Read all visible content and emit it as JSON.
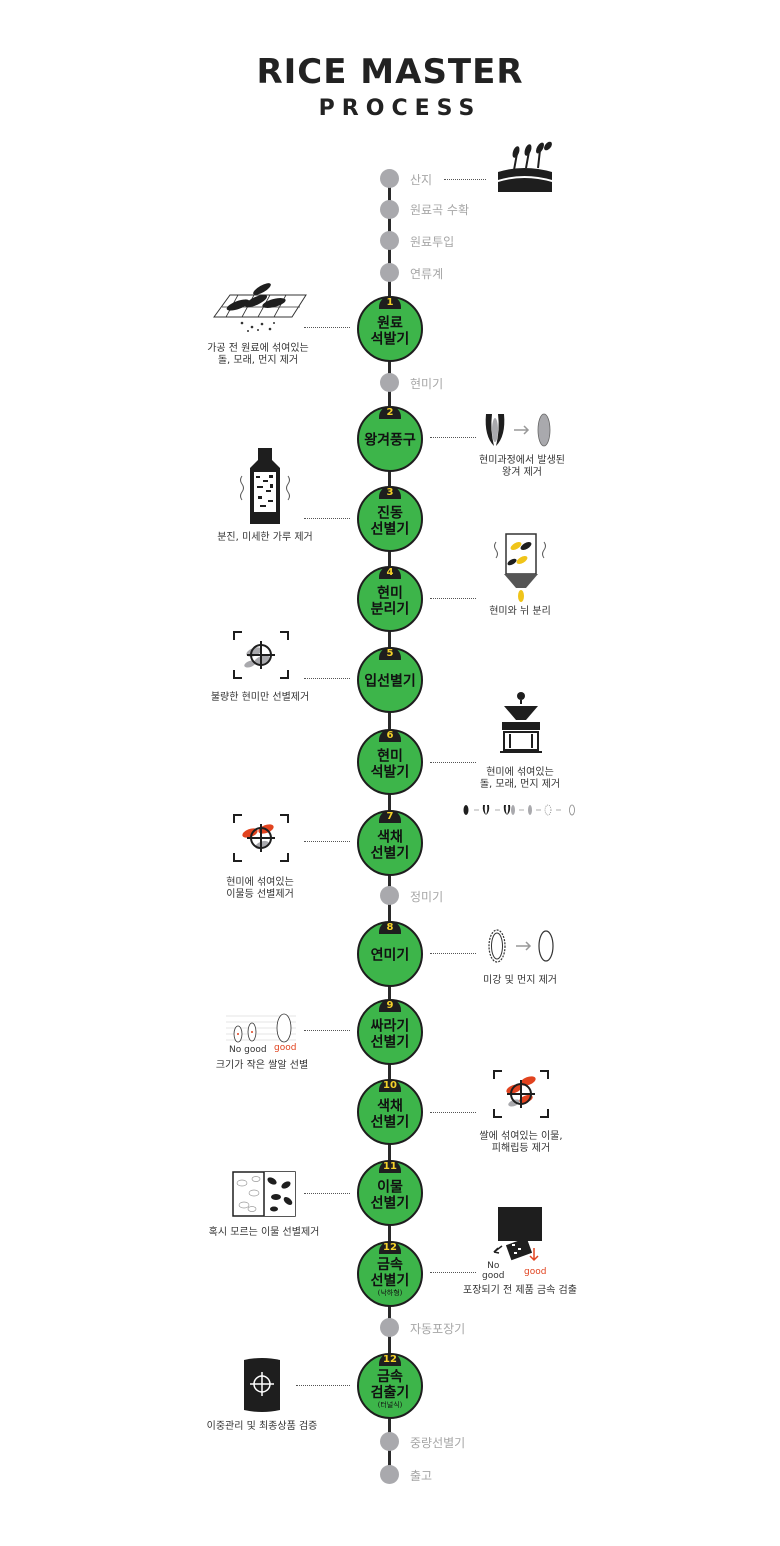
{
  "header": {
    "title": "RICE  MASTER",
    "subtitle": "PROCESS"
  },
  "minor_steps": [
    {
      "label": "산지"
    },
    {
      "label": "원료곡 수확"
    },
    {
      "label": "원료투입"
    },
    {
      "label": "연류계"
    },
    {
      "label": "현미기"
    },
    {
      "label": "정미기"
    },
    {
      "label": "자동포장기"
    },
    {
      "label": "중량선별기"
    },
    {
      "label": "출고"
    }
  ],
  "steps": [
    {
      "num": "1",
      "name": "원료\n석발기",
      "caption": "가공 전 원료에 섞여있는\n돌, 모래, 먼지 제거"
    },
    {
      "num": "2",
      "name": "왕겨풍구",
      "caption": "현미과정에서 발생된\n왕겨 제거"
    },
    {
      "num": "3",
      "name": "진동\n선별기",
      "caption": "분진, 미세한 가루 제거"
    },
    {
      "num": "4",
      "name": "현미\n분리기",
      "caption": "현미와 뉘 분리"
    },
    {
      "num": "5",
      "name": "입선별기",
      "caption": "불량한 현미만 선별제거"
    },
    {
      "num": "6",
      "name": "현미\n석발기",
      "caption": "현미에 섞여있는\n돌, 모래, 먼지 제거"
    },
    {
      "num": "7",
      "name": "색채\n선별기",
      "caption": "현미에 섞여있는\n이물등 선별제거"
    },
    {
      "num": "8",
      "name": "연미기",
      "caption": "미강 및 먼지 제거"
    },
    {
      "num": "9",
      "name": "싸라기\n선별기",
      "caption": "크기가 작은 쌀알 선별",
      "nogood": "No good",
      "good": "good"
    },
    {
      "num": "10",
      "name": "색채\n선별기",
      "caption": "쌀에 섞여있는 이물,\n피해립등 제거"
    },
    {
      "num": "11",
      "name": "이물\n선별기",
      "caption": "혹시 모르는 이물 선별제거"
    },
    {
      "num": "12",
      "name": "금속\n선별기",
      "note": "(낙하형)",
      "caption": "포장되기 전 제품 금속 검출",
      "nogood": "No\ngood",
      "good": "good"
    },
    {
      "num": "12",
      "name": "금속\n검출기",
      "note": "(터널식)",
      "caption": "이중관리 및 최종상품 검증"
    }
  ],
  "colors": {
    "step_fill": "#3db54a",
    "step_number": "#f5d12a",
    "dot": "#a9a9ad",
    "accent": "#e1431f"
  }
}
